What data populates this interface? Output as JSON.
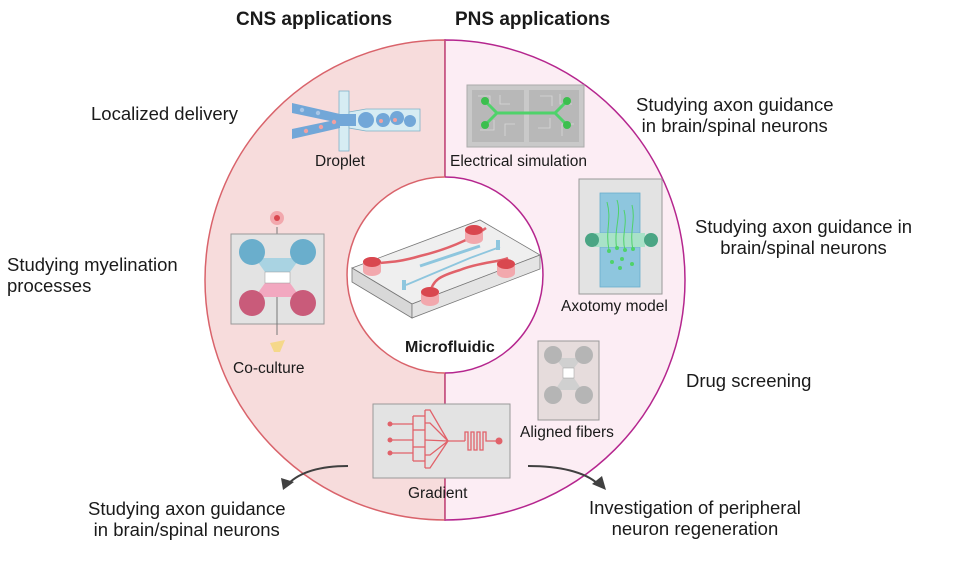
{
  "headers": {
    "cns": "CNS applications",
    "pns": "PNS applications"
  },
  "center": {
    "label": "Microfluidic",
    "icon": "microfluidic-chip-icon"
  },
  "cns_devices": [
    {
      "caption": "Droplet",
      "icon": "droplet-generator-icon"
    },
    {
      "caption": "Co-culture",
      "icon": "co-culture-chip-icon"
    },
    {
      "caption": "Gradient",
      "icon": "gradient-generator-icon"
    }
  ],
  "pns_devices": [
    {
      "caption": "Electrical simulation",
      "icon": "electrical-stimulation-chip-icon"
    },
    {
      "caption": "Axotomy model",
      "icon": "axotomy-chip-icon"
    },
    {
      "caption": "Aligned fibers",
      "icon": "aligned-fibers-chip-icon"
    }
  ],
  "applications": {
    "localized_delivery": "Localized delivery",
    "myelination": [
      "Studying myelination",
      "processes"
    ],
    "cns_axon_guidance": [
      "Studying axon guidance",
      "in brain/spinal neurons"
    ],
    "pns_axon_guidance_top": [
      "Studying axon guidance",
      "in brain/spinal neurons"
    ],
    "pns_axon_guidance_mid": [
      "Studying axon guidance in",
      "brain/spinal neurons"
    ],
    "drug_screening": "Drug screening",
    "peripheral_regeneration": [
      "Investigation of peripheral",
      "neuron regeneration"
    ]
  },
  "colors": {
    "cns_fill": "#f7dcdc",
    "cns_stroke": "#d9636b",
    "pns_fill": "#fcedf4",
    "pns_stroke": "#b5268e",
    "arrow": "#404040",
    "chip_grey": "#e3e3e3",
    "channel_red": "#e1626a",
    "channel_blue": "#8ec6de",
    "neuron_green": "#4fd26a"
  }
}
